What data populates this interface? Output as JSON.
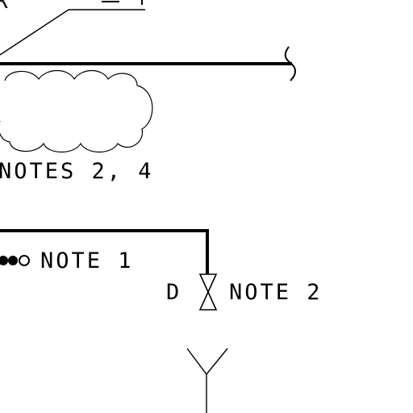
{
  "labels": {
    "top_left_fragment": "R",
    "top_right_fragment": "",
    "cloud_note": "NOTES 2, 4",
    "line_note": "NOTE 1",
    "valve_tag": "D",
    "valve_note": "NOTE 2"
  },
  "colors": {
    "ink": "#000000",
    "background": "#ffffff"
  }
}
